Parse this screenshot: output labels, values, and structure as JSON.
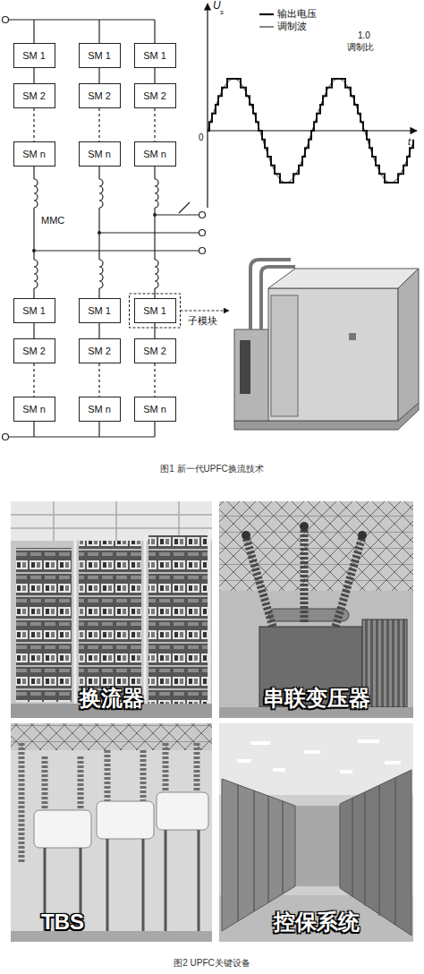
{
  "diagram": {
    "nodes": [
      {
        "text": [
          "SM 1"
        ]
      },
      {
        "text": [
          "SM 1"
        ]
      },
      {
        "text": [
          "SM 1"
        ]
      },
      {
        "text": [
          "SM 2"
        ]
      },
      {
        "text": [
          "SM 2"
        ]
      },
      {
        "text": [
          "SM 2"
        ]
      },
      {
        "text": [
          "SM n"
        ]
      },
      {
        "text": [
          "SM n"
        ]
      },
      {
        "text": [
          "SM n"
        ]
      },
      {
        "text": [
          "SM 1"
        ]
      },
      {
        "text": [
          "SM 1"
        ]
      },
      {
        "text": [
          "SM 1"
        ]
      },
      {
        "text": [
          "SM 2"
        ]
      },
      {
        "text": [
          "SM 2"
        ]
      },
      {
        "text": [
          "SM 2"
        ]
      },
      {
        "text": [
          "SM n"
        ]
      },
      {
        "text": [
          "SM n"
        ]
      },
      {
        "text": [
          "SM n"
        ]
      },
      {
        "text": [
          "换流器"
        ]
      },
      {
        "text": [
          "串联变压器"
        ]
      },
      {
        "text": [
          "TBS"
        ]
      },
      {
        "text": [
          "控保系统"
        ]
      }
    ],
    "edges": [
      {
        "from": 0,
        "to": 3,
        "arrow": "none"
      },
      {
        "from": 3,
        "to": 6,
        "arrow": "none"
      },
      {
        "from": 1,
        "to": 4,
        "arrow": "none"
      },
      {
        "from": 4,
        "to": 7,
        "arrow": "none"
      },
      {
        "from": 2,
        "to": 5,
        "arrow": "none"
      },
      {
        "from": 5,
        "to": 8,
        "arrow": "none"
      },
      {
        "from": 9,
        "to": 12,
        "arrow": "none"
      },
      {
        "from": 12,
        "to": 15,
        "arrow": "none"
      },
      {
        "from": 10,
        "to": 13,
        "arrow": "none"
      },
      {
        "from": 13,
        "to": 16,
        "arrow": "none"
      },
      {
        "from": 11,
        "to": 14,
        "arrow": "none"
      },
      {
        "from": 14,
        "to": 17,
        "arrow": "none"
      }
    ],
    "labels": [
      "MMC",
      "U",
      "s",
      "1.0",
      "调制比",
      "0",
      "t",
      "子模块",
      "图1 新一代UPFC换流技术",
      "图2 UPFC关键设备"
    ],
    "legend": [
      {
        "text": "输出电压"
      },
      {
        "text": "调制波"
      }
    ]
  }
}
